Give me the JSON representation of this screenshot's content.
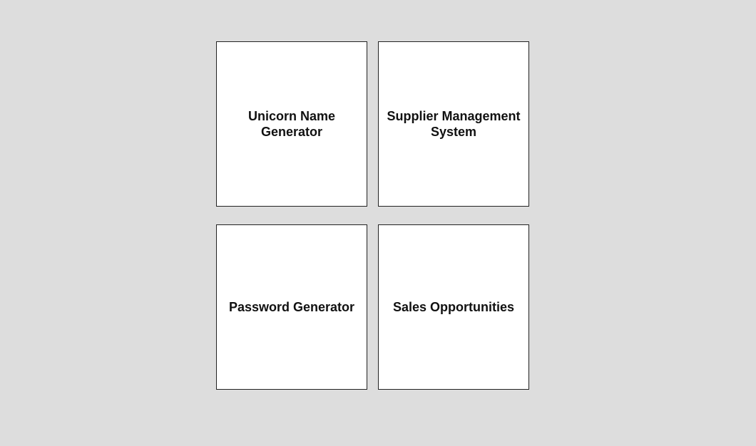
{
  "tiles": [
    {
      "label": "Unicorn Name Generator"
    },
    {
      "label": "Supplier Management System"
    },
    {
      "label": "Password Generator"
    },
    {
      "label": "Sales Opportunities"
    }
  ],
  "colors": {
    "background": "#dddddd",
    "tile_background": "#ffffff",
    "tile_border": "#222222",
    "text": "#111111"
  }
}
